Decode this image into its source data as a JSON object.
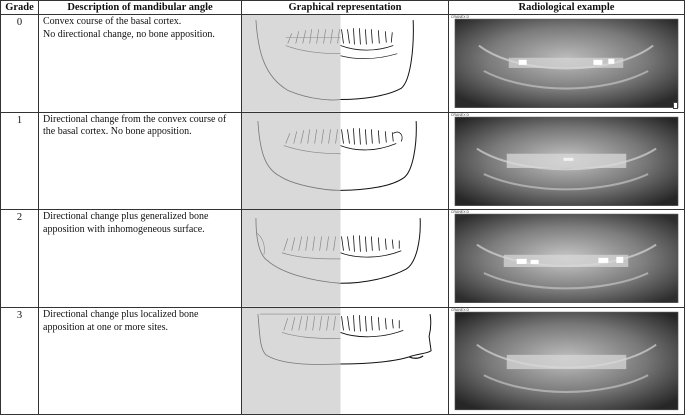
{
  "headers": {
    "grade": "Grade",
    "description": "Description of mandibular angle",
    "graphical": "Graphical representation",
    "radiological": "Radiological example"
  },
  "rows": [
    {
      "grade": "0",
      "description": "Convex course of the basal cortex.\nNo directional change, no bone apposition.",
      "xray_label": "CRANEX D"
    },
    {
      "grade": "1",
      "description": "Directional change from the convex course of\nthe basal cortex. No bone apposition.",
      "xray_label": "CRANEX D"
    },
    {
      "grade": "2",
      "description": "Directional change plus generalized bone\napposition with inhomogeneous surface.",
      "xray_label": "CRANEX D"
    },
    {
      "grade": "3",
      "description": "Directional change plus localized bone\napposition at one or more sites.",
      "xray_label": "CRANEX D"
    }
  ],
  "colors": {
    "border": "#333333",
    "shade": "#d9d9d9",
    "drawing_dark": "#111111",
    "drawing_light": "#666666"
  }
}
